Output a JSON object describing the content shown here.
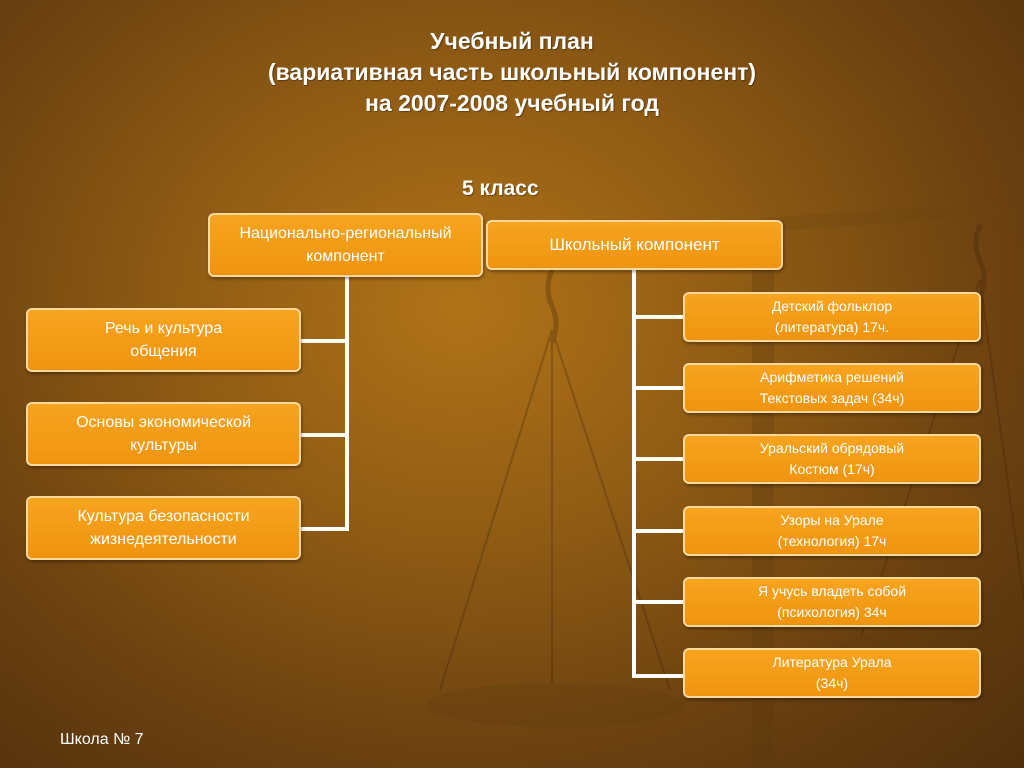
{
  "title": {
    "line1": "Учебный план",
    "line2": "(вариативная часть школьный компонент)",
    "line3": "на 2007-2008 учебный год"
  },
  "class_label": "5 класс",
  "regional": {
    "header": [
      "Национально-региональный",
      "компонент"
    ],
    "items": [
      [
        "Речь и культура",
        "общения"
      ],
      [
        "Основы экономической",
        "культуры"
      ],
      [
        "Культура безопасности",
        "жизнедеятельности"
      ]
    ]
  },
  "school": {
    "header": "Школьный компонент",
    "items": [
      [
        "Детский фольклор",
        "(литература) 17ч."
      ],
      [
        "Арифметика решений",
        "Текстовых задач (34ч)"
      ],
      [
        "Уральский обрядовый",
        "Костюм (17ч)"
      ],
      [
        "Узоры на Урале",
        "(технология) 17ч"
      ],
      [
        "Я учусь владеть собой",
        "(психология) 34ч"
      ],
      [
        "Литература Урала",
        "(34ч)"
      ]
    ]
  },
  "footer": "Школа № 7",
  "colors": {
    "box_fill": "#f29a14",
    "box_border": "#fdd9a0",
    "background": "#8d5a14",
    "connector": "#ffffff"
  }
}
